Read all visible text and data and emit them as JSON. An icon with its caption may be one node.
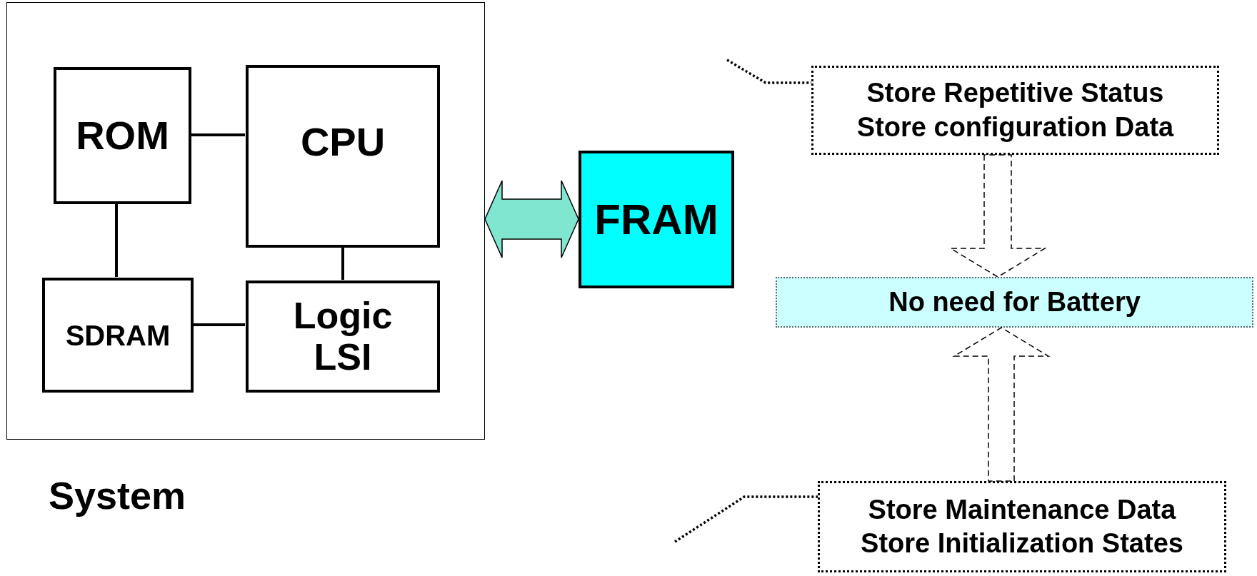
{
  "diagram": {
    "nodes": [
      {
        "text": [
          "System"
        ]
      },
      {
        "text": [
          "ROM"
        ],
        "in": 0
      },
      {
        "text": [
          "CPU"
        ],
        "in": 0
      },
      {
        "text": [
          "SDRAM"
        ],
        "in": 0
      },
      {
        "text": [
          "Logic LSI"
        ],
        "in": 0
      },
      {
        "text": [
          "FRAM"
        ]
      },
      {
        "text": [
          "Store Repetitive Status",
          "Store configuration Data"
        ]
      },
      {
        "text": [
          "No need for Battery"
        ]
      },
      {
        "text": [
          "Store Maintenance Data",
          "Store Initialization States"
        ]
      }
    ],
    "edges": [
      {
        "from": 1,
        "to": 2,
        "arrow": "none"
      },
      {
        "from": 1,
        "to": 3,
        "arrow": "none"
      },
      {
        "from": 2,
        "to": 4,
        "arrow": "none"
      },
      {
        "from": 3,
        "to": 4,
        "arrow": "none"
      },
      {
        "from": 0,
        "to": 5,
        "arrow": "both",
        "color": "#80e6d0"
      },
      {
        "from": 6,
        "to": 7,
        "arrow": "to",
        "style": "dashed"
      },
      {
        "from": 8,
        "to": 7,
        "arrow": "to",
        "style": "dashed"
      },
      {
        "from": null,
        "to": 6,
        "arrow": "none",
        "style": "dashed"
      },
      {
        "from": null,
        "to": 8,
        "arrow": "none",
        "style": "dashed"
      }
    ]
  }
}
